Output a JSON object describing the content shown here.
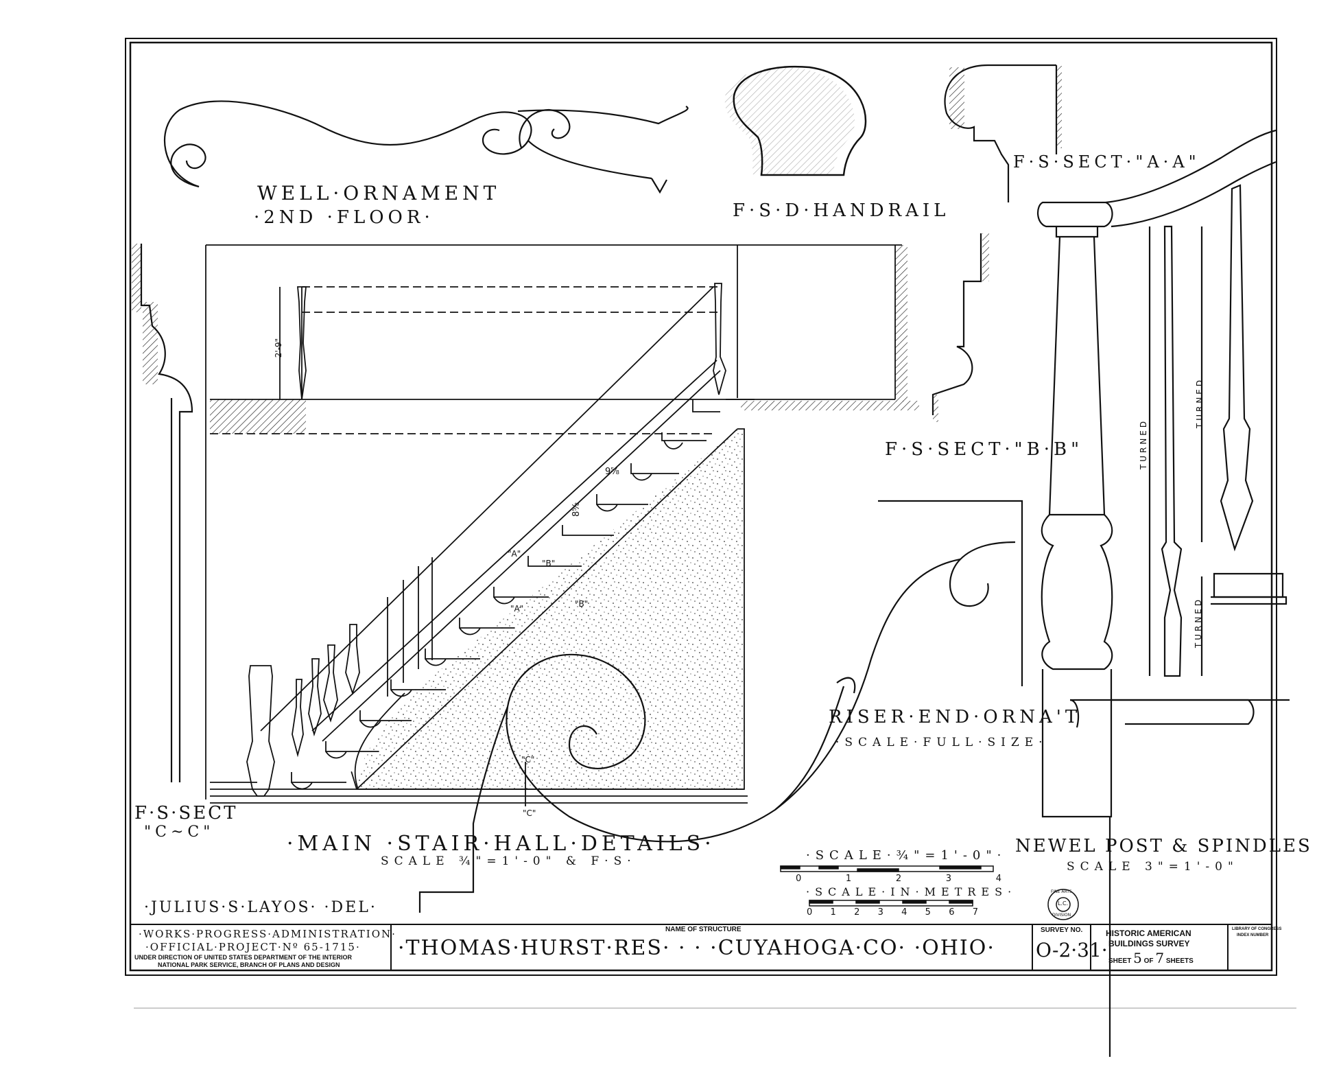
{
  "drawing": {
    "well_ornament": {
      "line1": "WELL·ORNAMENT",
      "line2": "·2ND ·FLOOR·"
    },
    "handrail": "F·S·D·HANDRAIL",
    "sect_aa": "F·S·SECT·\"A·A\"",
    "sect_bb": "F·S·SECT·\"B·B\"",
    "sect_cc": {
      "line1": "F·S·SECT",
      "line2": "\"C~C\""
    },
    "dim_tread": "9⅝",
    "dim_riser": "8⅝",
    "dim_rail": "2'-9\"",
    "marks": {
      "a_top": "\"A\"",
      "a_bottom": "\"A\"",
      "b_top": "\"B\"",
      "b_bottom": "\"B\"",
      "c_top": "\"C\"",
      "c_bottom": "\"C\""
    },
    "main_title": "·MAIN ·STAIR·HALL·DETAILS·",
    "main_scale": "SCALE ¾\"=1'-0\" & F·S·",
    "riser_end": {
      "line1": "RISER·END·ORNA'T",
      "line2": "·SCALE·FULL·SIZE·"
    },
    "newel": {
      "line1": "NEWEL POST & SPINDLES",
      "line2": "SCALE 3\"=1'-0\""
    },
    "turned": [
      "TURNED",
      "TURNED",
      "TURNED"
    ],
    "scale_bar": {
      "title": "·SCALE·¾\"=1'-0\"·",
      "ticks": [
        "0",
        "1",
        "2",
        "3",
        "4"
      ],
      "metric_title": "·SCALE·IN·METRES·",
      "metric_ticks": [
        "0",
        "1",
        "2",
        "3",
        "4",
        "5",
        "6",
        "7"
      ]
    },
    "delineator": "·JULIUS·S·LAYOS· ·DEL·",
    "stamp": {
      "top": "FINE ARTS",
      "center": "L.C.",
      "bottom": "DIVISION"
    }
  },
  "title_block": {
    "agency_line1": "·WORKS·PROGRESS·ADMINISTRATION·",
    "agency_line2": "·OFFICIAL·PROJECT·Nº 65-1715·",
    "agency_line3": "UNDER DIRECTION OF UNITED STATES DEPARTMENT OF THE INTERIOR",
    "agency_line4": "NATIONAL PARK SERVICE, BRANCH OF PLANS AND DESIGN",
    "name_label": "NAME OF STRUCTURE",
    "name": "·THOMAS·HURST·RES· · · ·CUYAHOGA·CO· ·OHIO·",
    "survey_label": "SURVEY NO.",
    "survey_no": "O-2·31·",
    "habs_line1": "HISTORIC AMERICAN",
    "habs_line2": "BUILDINGS SURVEY",
    "sheet_pre": "SHEET",
    "sheet_no": "5",
    "sheet_mid": "OF",
    "sheet_total": "7",
    "sheet_post": "SHEETS",
    "loc_line1": "LIBRARY OF CONGRESS",
    "loc_line2": "INDEX NUMBER"
  }
}
